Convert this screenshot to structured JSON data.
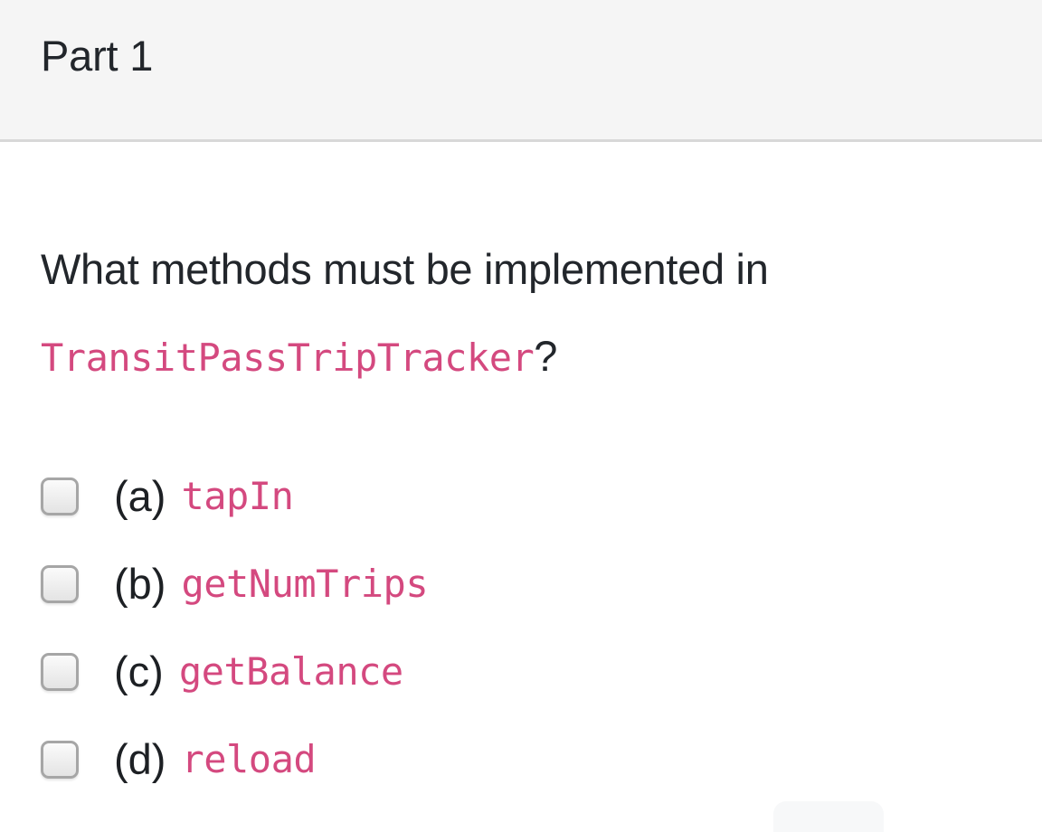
{
  "header": {
    "title": "Part 1",
    "background_color": "#f5f5f5",
    "border_color": "#d8d8d8",
    "text_color": "#22262b"
  },
  "question": {
    "prefix": "What methods must be implemented in ",
    "code": "TransitPassTripTracker",
    "suffix": "?",
    "code_color": "#d4497f",
    "text_color": "#22262b"
  },
  "options": [
    {
      "marker": "(a)",
      "code": "tapIn",
      "checked": false
    },
    {
      "marker": "(b)",
      "code": "getNumTrips",
      "checked": false
    },
    {
      "marker": "(c)",
      "code": "getBalance",
      "checked": false
    },
    {
      "marker": "(d)",
      "code": "reload",
      "checked": false
    }
  ],
  "bottom_button": {
    "label": "",
    "background_color": "#f7f8f9"
  }
}
